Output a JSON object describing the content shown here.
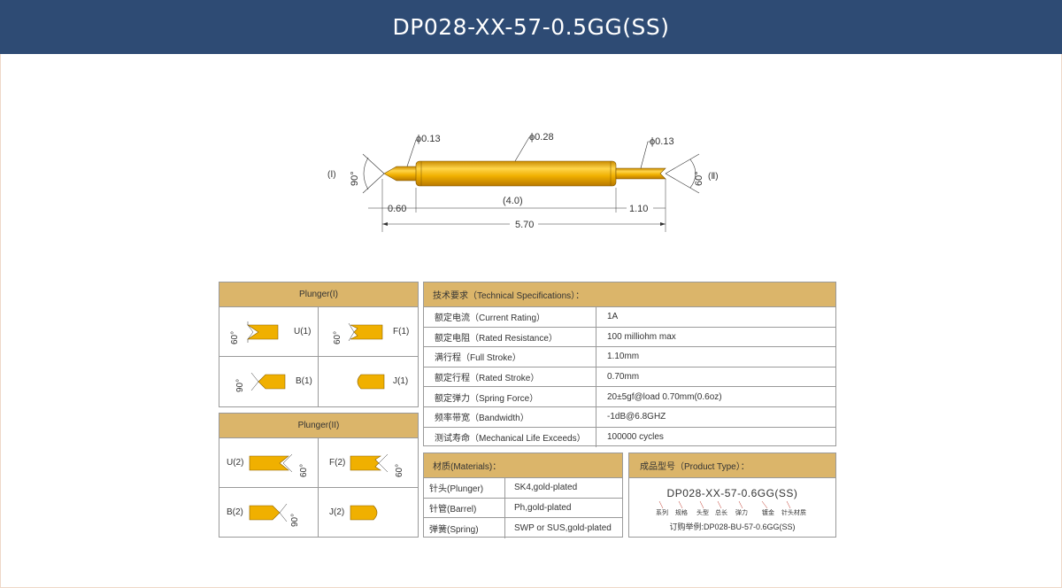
{
  "header": {
    "title": "DP028-XX-57-0.5GG(SS)"
  },
  "drawing": {
    "left_end_label": "(Ⅰ)",
    "right_end_label": "(Ⅱ)",
    "left_angle": "90°",
    "right_angle": "60°",
    "dia_left": "ϕ0.13",
    "dia_mid": "ϕ0.28",
    "dia_right": "ϕ0.13",
    "dim_left": "0.60",
    "dim_mid": "(4.0)",
    "dim_right": "1.10",
    "dim_total": "5.70"
  },
  "plunger1": {
    "title": "Plunger(I)",
    "items": [
      {
        "code": "U(1)",
        "angle": "60°"
      },
      {
        "code": "F(1)",
        "angle": "60°"
      },
      {
        "code": "B(1)",
        "angle": "90°"
      },
      {
        "code": "J(1)",
        "angle": ""
      }
    ]
  },
  "plunger2": {
    "title": "Plunger(II)",
    "items": [
      {
        "code": "U(2)",
        "angle": "60°"
      },
      {
        "code": "F(2)",
        "angle": "60°"
      },
      {
        "code": "B(2)",
        "angle": "90°"
      },
      {
        "code": "J(2)",
        "angle": ""
      }
    ]
  },
  "specs": {
    "title": "技术要求（Technical Specifications）：",
    "rows": [
      {
        "label": "额定电流（Current Rating）",
        "value": "1A"
      },
      {
        "label": "额定电阻（Rated Resistance）",
        "value": "100 milliohm max"
      },
      {
        "label": "满行程（Full Stroke）",
        "value": "1.10mm"
      },
      {
        "label": "额定行程（Rated Stroke）",
        "value": "0.70mm"
      },
      {
        "label": "额定弹力（Spring Force）",
        "value": "20±5gf@load 0.70mm(0.6oz)"
      },
      {
        "label": "频率带宽（Bandwidth）",
        "value": "-1dB@6.8GHZ"
      },
      {
        "label": "测试寿命（Mechanical Life Exceeds）",
        "value": "100000 cycles"
      }
    ]
  },
  "materials": {
    "title": "材质(Materials)：",
    "rows": [
      {
        "label": "针头(Plunger)",
        "value": "SK4,gold-plated"
      },
      {
        "label": "针管(Barrel)",
        "value": "Ph,gold-plated"
      },
      {
        "label": "弹簧(Spring)",
        "value": "SWP or SUS,gold-plated"
      }
    ]
  },
  "product_type": {
    "title": "成品型号（Product Type）：",
    "code": "DP028-XX-57-0.6GG(SS)",
    "parts": [
      "系列",
      "规格",
      "头型",
      "总长",
      "弹力",
      "镀金",
      "针头材质"
    ],
    "example": "订购举例:DP028-BU-57-0.6GG(SS)"
  },
  "colors": {
    "header_bg": "#2e4b74",
    "gold": "#e6a400",
    "table_header": "#dbb56a"
  }
}
